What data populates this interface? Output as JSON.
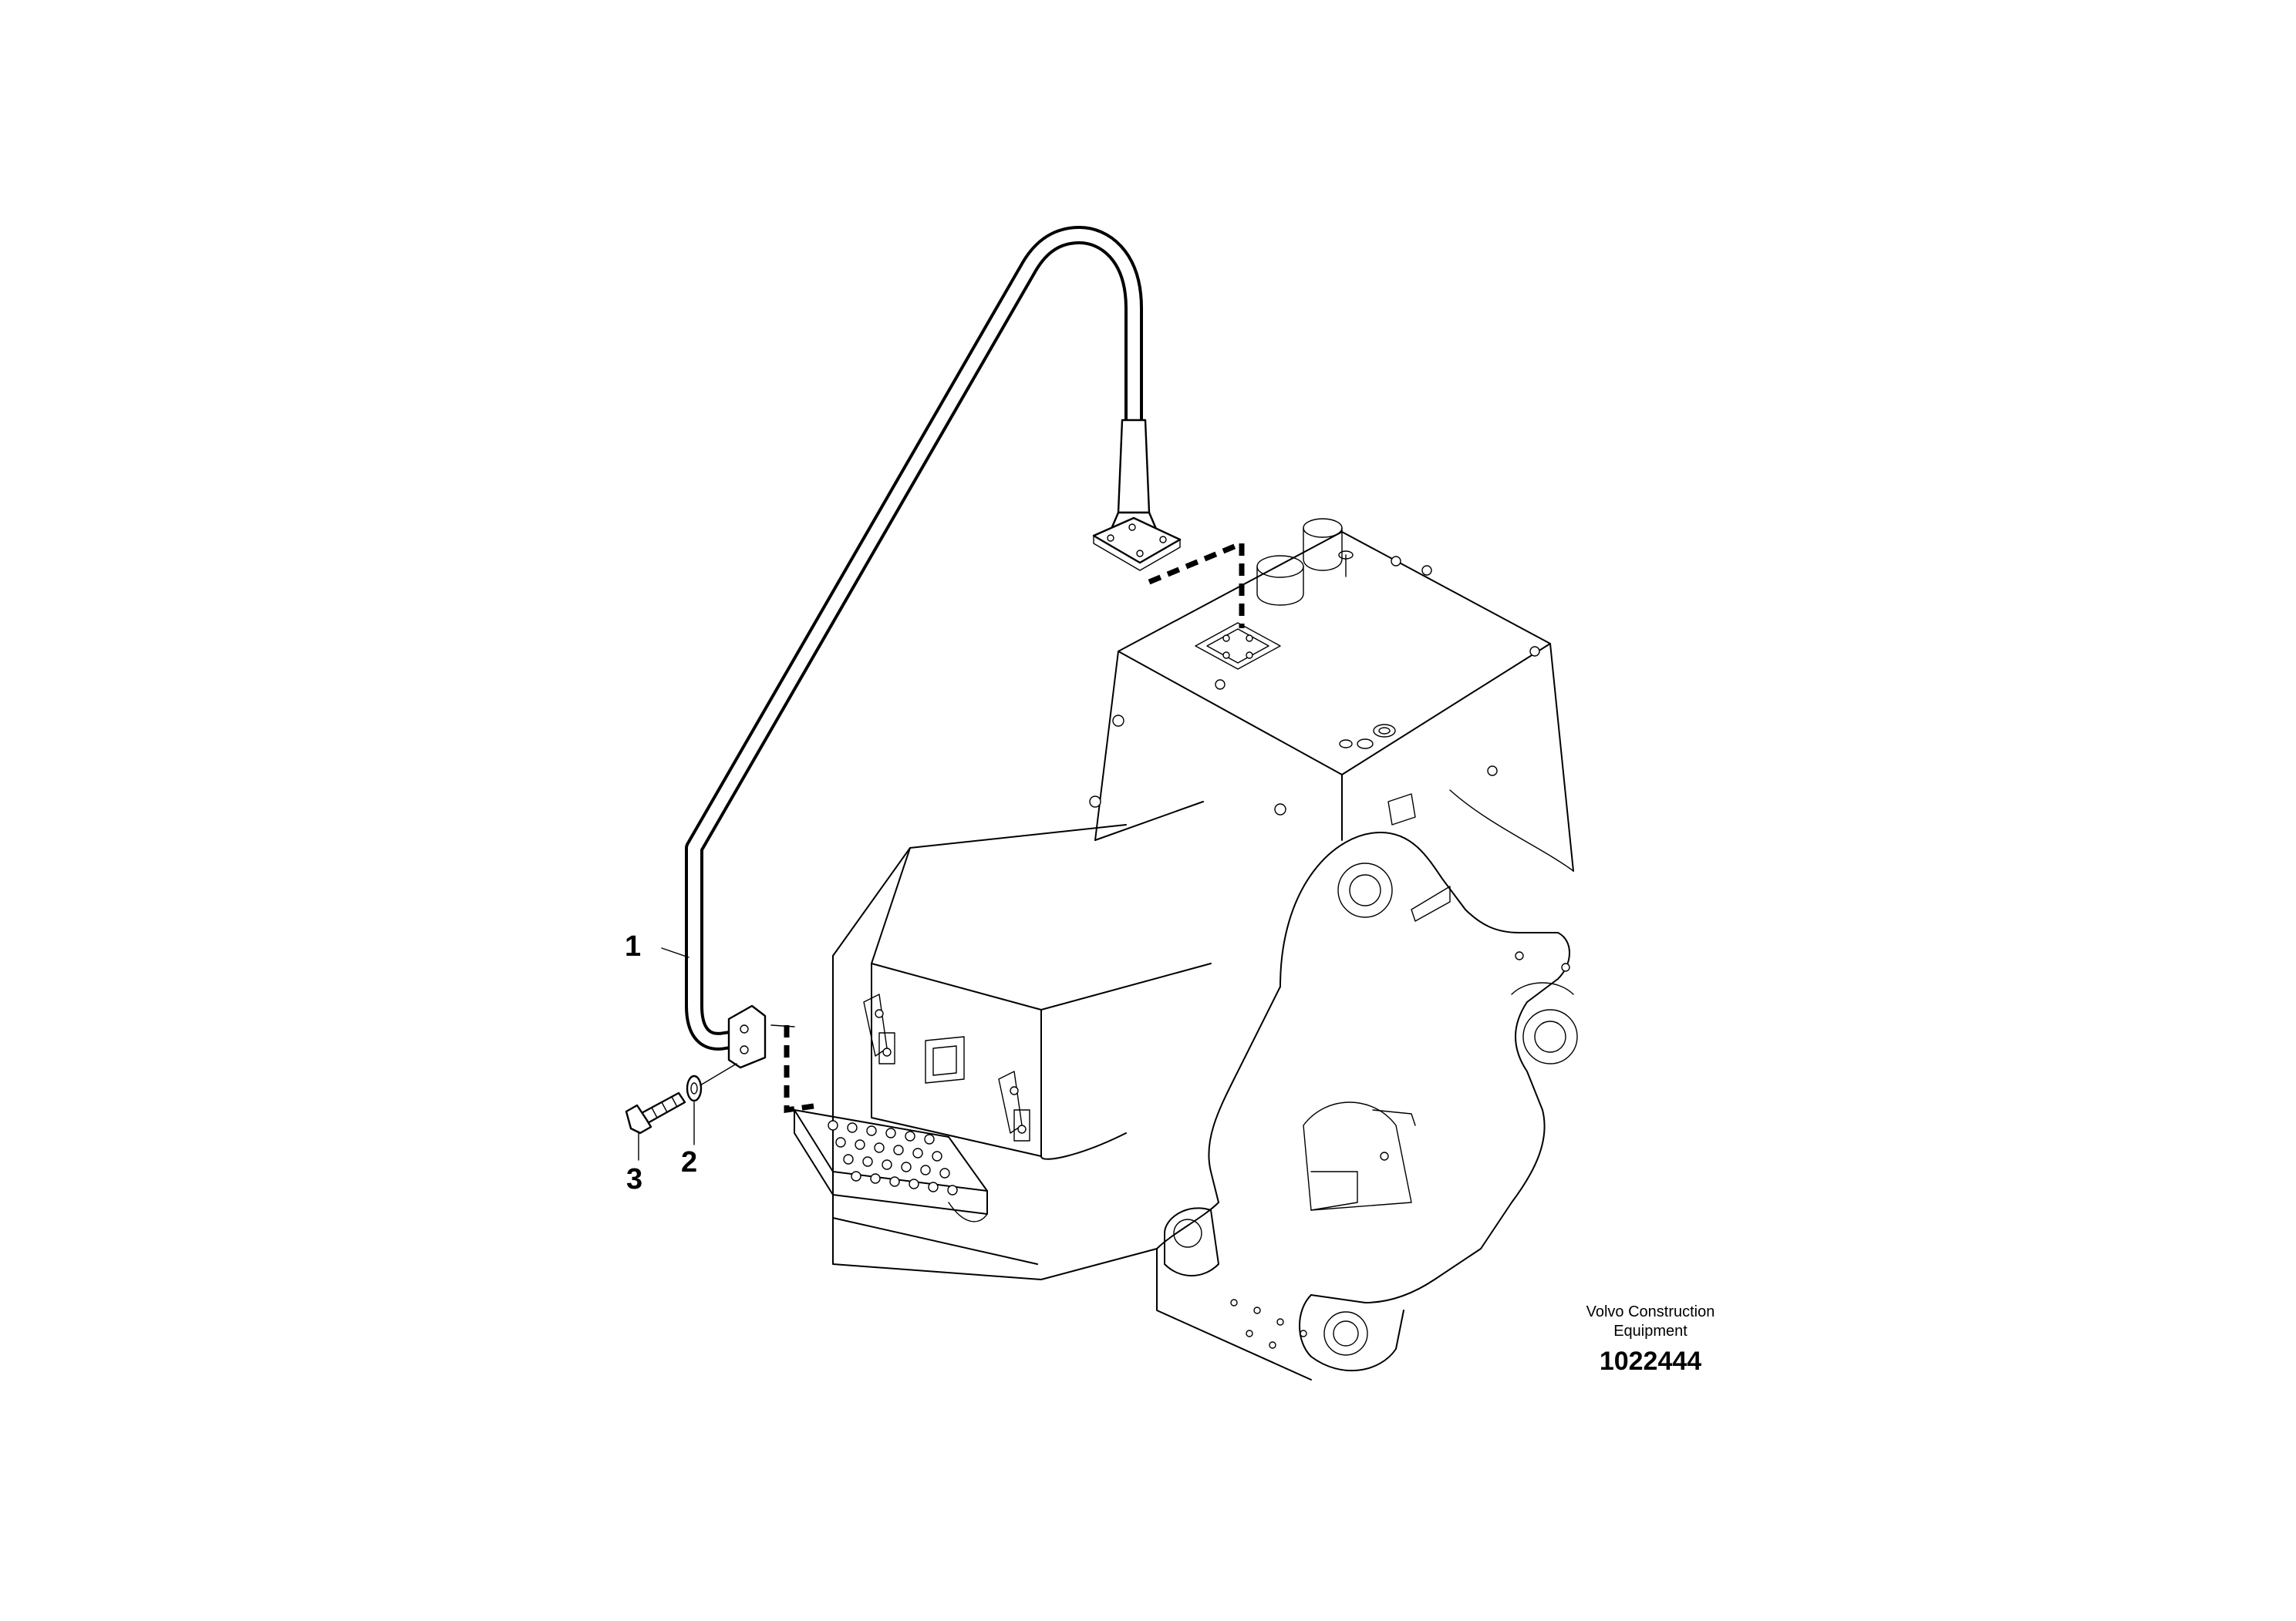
{
  "diagram": {
    "callouts": [
      {
        "id": "1",
        "part": "handrail"
      },
      {
        "id": "2",
        "part": "washer"
      },
      {
        "id": "3",
        "part": "bolt"
      }
    ]
  },
  "branding": {
    "company_line1": "Volvo Construction",
    "company_line2": "Equipment",
    "document_number": "1022444"
  }
}
